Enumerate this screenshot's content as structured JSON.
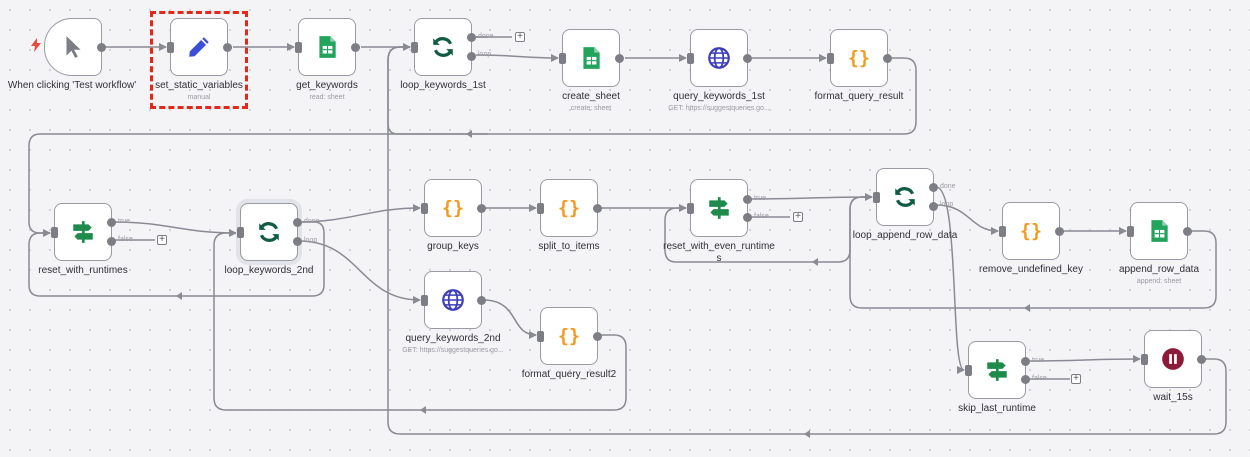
{
  "colors": {
    "sheets": "#22a45c",
    "loop": "#0f5b44",
    "code": "#f29a1e",
    "http": "#3d3fb8",
    "if": "#1e8a4b",
    "edit": "#3b4fd6",
    "wait": "#8c1b3a",
    "trigger": "#e84a3c",
    "selection": "#e3281b"
  },
  "nodes": [
    {
      "id": "trigger",
      "label": "When clicking 'Test workflow'",
      "sub": "",
      "icon": "cursor-icon"
    },
    {
      "id": "set_static_variables",
      "label": "set_static_variables",
      "sub": "manual",
      "icon": "pencil-icon"
    },
    {
      "id": "get_keywords",
      "label": "get_keywords",
      "sub": "read: sheet",
      "icon": "sheets-icon"
    },
    {
      "id": "loop_keywords_1st",
      "label": "loop_keywords_1st",
      "sub": "",
      "icon": "loop-icon"
    },
    {
      "id": "create_sheet",
      "label": "create_sheet",
      "sub": "create: sheet",
      "icon": "sheets-icon"
    },
    {
      "id": "query_keywords_1st",
      "label": "query_keywords_1st",
      "sub": "GET: https://suggestqueries.go...",
      "icon": "globe-icon"
    },
    {
      "id": "format_query_result",
      "label": "format_query_result",
      "sub": "",
      "icon": "code-icon"
    },
    {
      "id": "reset_with_runtimes",
      "label": "reset_with_runtimes",
      "sub": "",
      "icon": "if-icon"
    },
    {
      "id": "loop_keywords_2nd",
      "label": "loop_keywords_2nd",
      "sub": "",
      "icon": "loop-icon"
    },
    {
      "id": "group_keys",
      "label": "group_keys",
      "sub": "",
      "icon": "code-icon"
    },
    {
      "id": "split_to_items",
      "label": "split_to_items",
      "sub": "",
      "icon": "code-icon"
    },
    {
      "id": "reset_with_even_runtimes",
      "label": "reset_with_even_runtime\ns",
      "sub": "",
      "icon": "if-icon"
    },
    {
      "id": "loop_append_row_data",
      "label": "loop_append_row_data",
      "sub": "",
      "icon": "loop-icon"
    },
    {
      "id": "remove_undefined_key",
      "label": "remove_undefined_key",
      "sub": "",
      "icon": "code-icon"
    },
    {
      "id": "append_row_data",
      "label": "append_row_data",
      "sub": "append: sheet",
      "icon": "sheets-icon"
    },
    {
      "id": "query_keywords_2nd",
      "label": "query_keywords_2nd",
      "sub": "GET: https://suggestqueries.go...",
      "icon": "globe-icon"
    },
    {
      "id": "format_query_result2",
      "label": "format_query_result2",
      "sub": "",
      "icon": "code-icon"
    },
    {
      "id": "skip_last_runtime",
      "label": "skip_last_runtime",
      "sub": "",
      "icon": "if-icon"
    },
    {
      "id": "wait_15s",
      "label": "wait_15s",
      "sub": "",
      "icon": "pause-icon"
    }
  ],
  "ports": {
    "done": "done",
    "loop": "loop",
    "true": "true",
    "false": "false",
    "add": "+"
  }
}
